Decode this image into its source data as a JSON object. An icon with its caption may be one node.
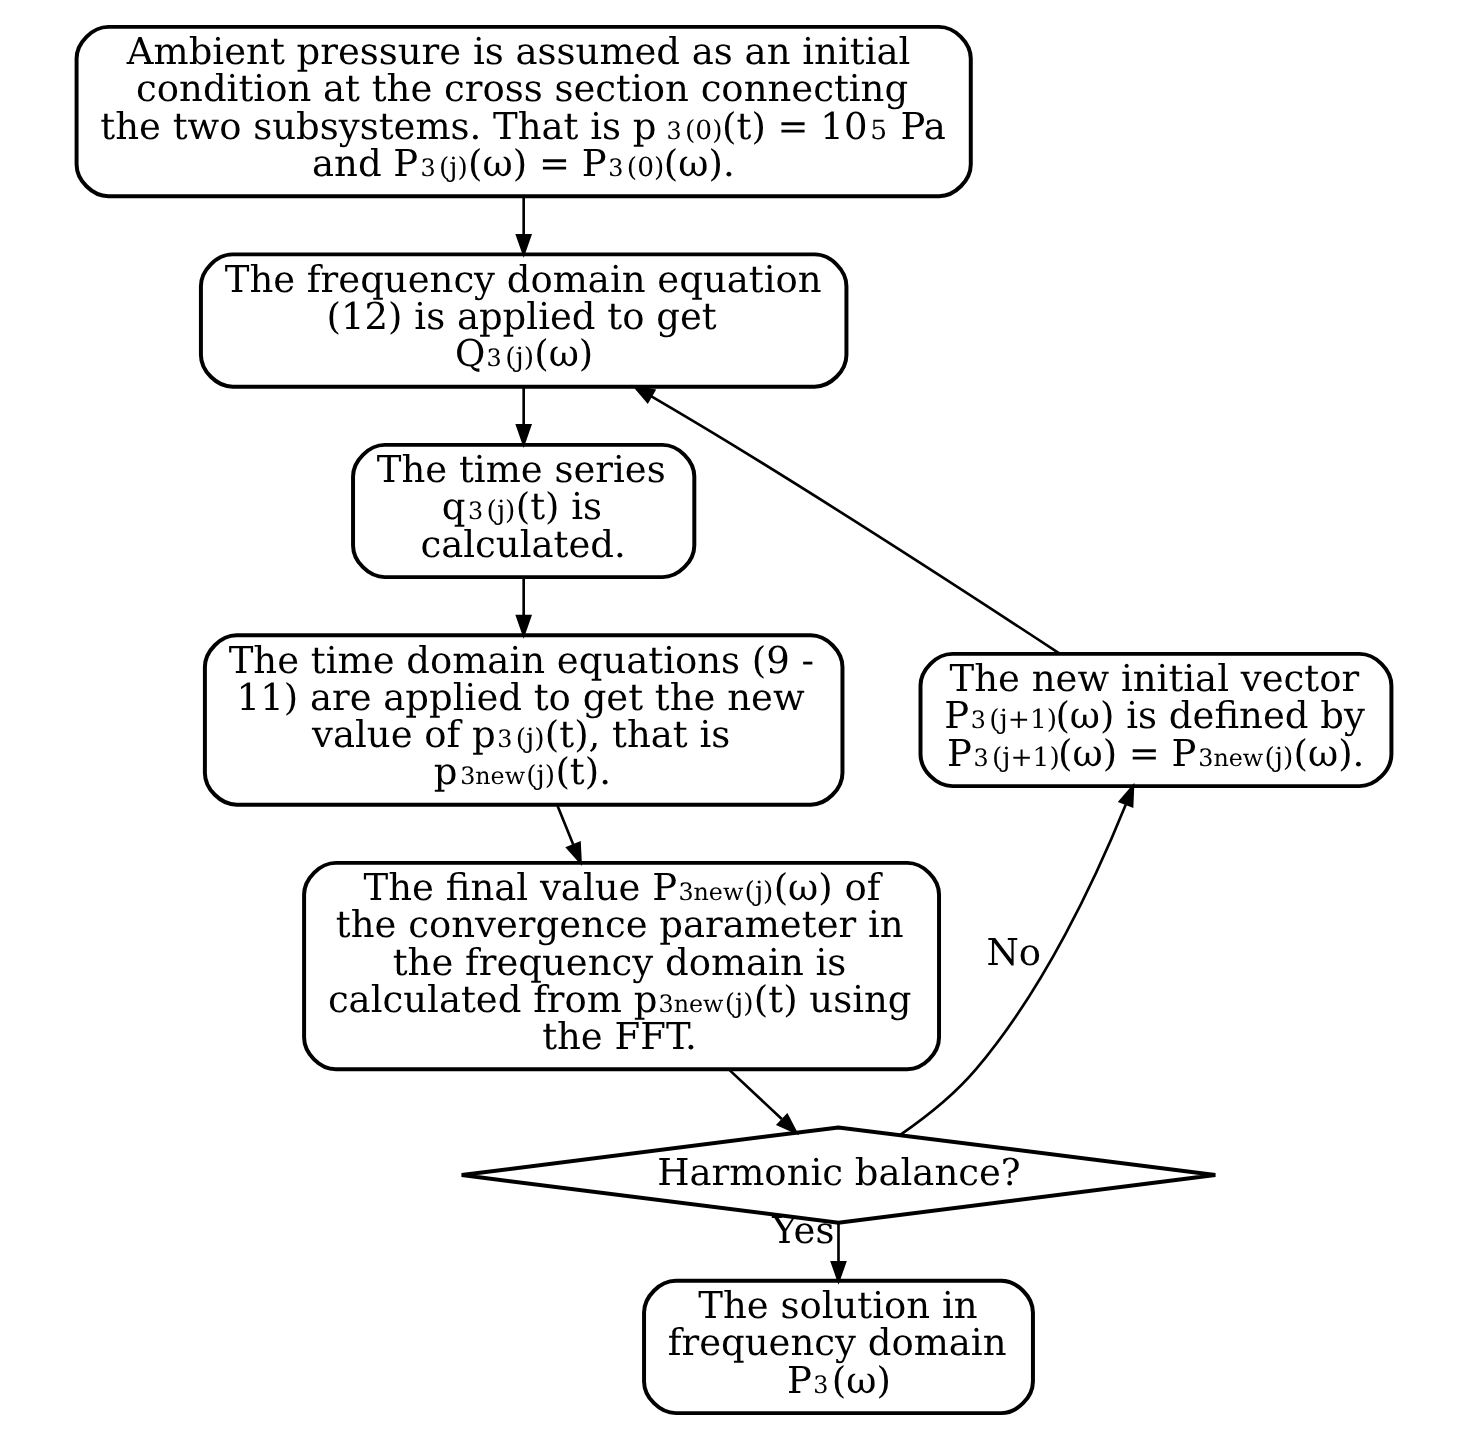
{
  "diagram": {
    "nodes": [
      {
        "text": [
          "Ambient pressure is assumed as an initial condition at the cross section connecting the two subsystems. That is p$_{3}$$^{(0)}$(t) = 10$^{5}$ Pa and P$_{3}$$^{(j)}$(ω) = P$_{3}$$^{(0)}$(ω)."
        ]
      },
      {
        "text": [
          "The frequency domain equation (12) is applied to get Q$_{3}$$^{(j)}$(ω)"
        ]
      },
      {
        "text": [
          "The time series q$_{3}$$^{(j)}$(t) is calculated."
        ]
      },
      {
        "text": [
          "The time domain equations (9 - 11) are applied to get the new value of p$_{3}$$^{(j)}$(t), that is p$_{3new}$$^{(j)}$(t)."
        ]
      },
      {
        "text": [
          "The final value P$_{3new}$$^{(j)}$(ω) of the convergence parameter in the frequency domain is calculated from p$_{3new}$$^{(j)}$(t) using the FFT."
        ]
      },
      {
        "text": [
          "Harmonic balance?"
        ]
      },
      {
        "text": [
          "The solution in frequency domain P$_{3}$(ω)"
        ]
      },
      {
        "text": [
          "The new initial vector P$_{3}$$^{(j+1)}$(ω) is defined by P$_{3}$$^{(j+1)}$(ω) = P$_{3new}$$^{(j)}$(ω)."
        ]
      }
    ],
    "edges": [
      {
        "from": 0,
        "to": 1,
        "arrow": "to"
      },
      {
        "from": 1,
        "to": 2,
        "arrow": "to"
      },
      {
        "from": 2,
        "to": 3,
        "arrow": "to"
      },
      {
        "from": 3,
        "to": 4,
        "arrow": "to"
      },
      {
        "from": 4,
        "to": 5,
        "arrow": "to"
      },
      {
        "from": 5,
        "to": 6,
        "arrow": "to",
        "label": "Yes"
      },
      {
        "from": 5,
        "to": 7,
        "arrow": "to",
        "label": "No"
      },
      {
        "from": 7,
        "to": 1,
        "arrow": "to"
      }
    ]
  }
}
